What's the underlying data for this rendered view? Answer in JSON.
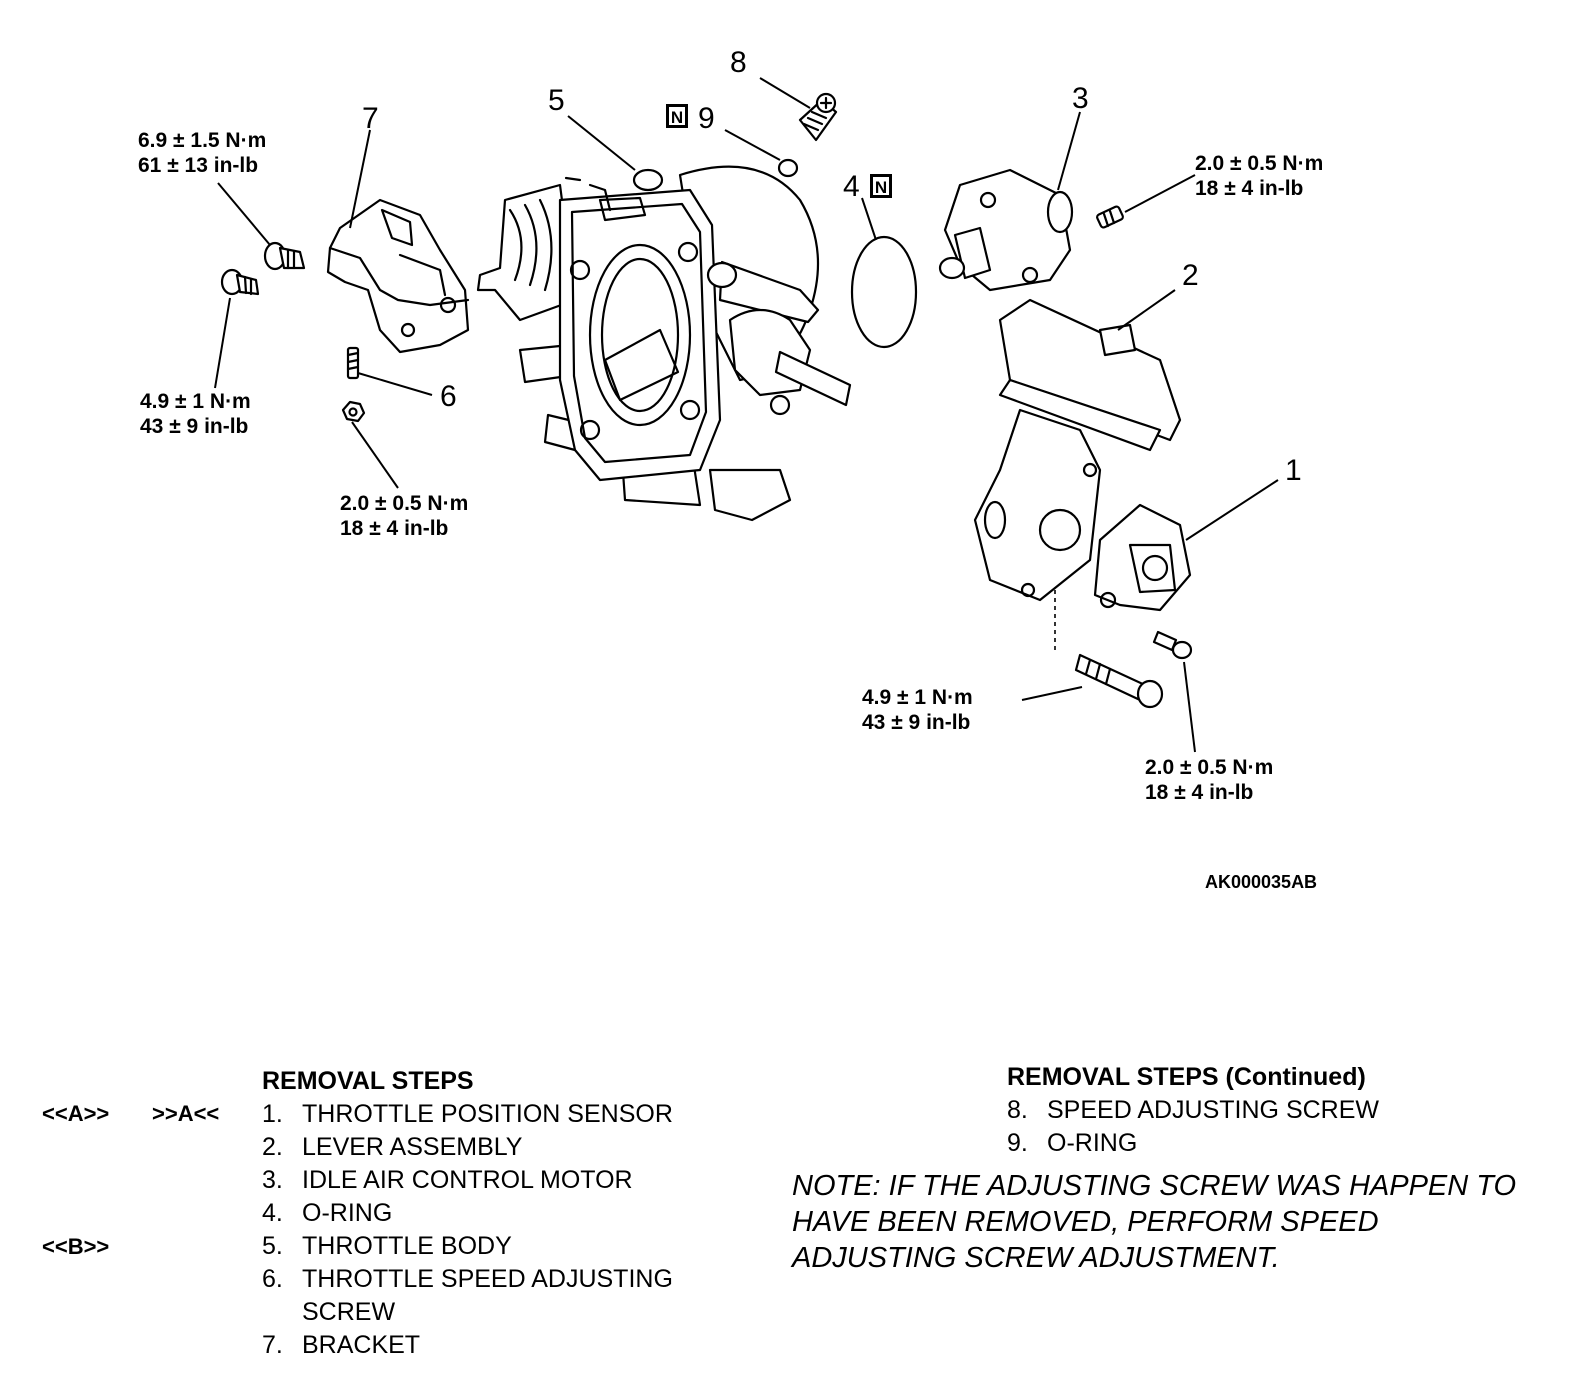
{
  "callouts": [
    "1",
    "2",
    "3",
    "4",
    "5",
    "6",
    "7",
    "8",
    "9"
  ],
  "new_part_symbol": "N",
  "torque_specs": [
    {
      "nm": "6.9 ± 1.5 N·m",
      "inlb": "61 ± 13 in-lb"
    },
    {
      "nm": "4.9 ± 1 N·m",
      "inlb": "43 ± 9 in-lb"
    },
    {
      "nm": "2.0 ± 0.5 N·m",
      "inlb": "18 ± 4 in-lb"
    },
    {
      "nm": "2.0 ± 0.5 N·m",
      "inlb": "18 ± 4 in-lb"
    },
    {
      "nm": "4.9 ± 1 N·m",
      "inlb": "43 ± 9 in-lb"
    },
    {
      "nm": "2.0 ± 0.5 N·m",
      "inlb": "18 ± 4 in-lb"
    }
  ],
  "figure_id": "AK000035AB",
  "removal_steps": {
    "title": "REMOVAL STEPS",
    "items": [
      {
        "num": "1.",
        "text": "THROTTLE POSITION SENSOR",
        "left_mark": "<<A>>",
        "right_mark": ">>A<<"
      },
      {
        "num": "2.",
        "text": "LEVER ASSEMBLY",
        "left_mark": "",
        "right_mark": ""
      },
      {
        "num": "3.",
        "text": "IDLE AIR CONTROL MOTOR",
        "left_mark": "",
        "right_mark": ""
      },
      {
        "num": "4.",
        "text": "O-RING",
        "left_mark": "",
        "right_mark": ""
      },
      {
        "num": "5.",
        "text": "THROTTLE BODY",
        "left_mark": "<<B>>",
        "right_mark": ""
      },
      {
        "num": "6.",
        "text": "THROTTLE SPEED ADJUSTING SCREW",
        "left_mark": "",
        "right_mark": ""
      },
      {
        "num": "7.",
        "text": "BRACKET",
        "left_mark": "",
        "right_mark": ""
      }
    ]
  },
  "removal_steps_continued": {
    "title": "REMOVAL STEPS (Continued)",
    "items": [
      {
        "num": "8.",
        "text": "SPEED ADJUSTING SCREW"
      },
      {
        "num": "9.",
        "text": "O-RING"
      }
    ]
  },
  "note": "NOTE: IF THE ADJUSTING SCREW WAS HAPPEN TO HAVE BEEN REMOVED, PERFORM SPEED ADJUSTING SCREW ADJUSTMENT."
}
